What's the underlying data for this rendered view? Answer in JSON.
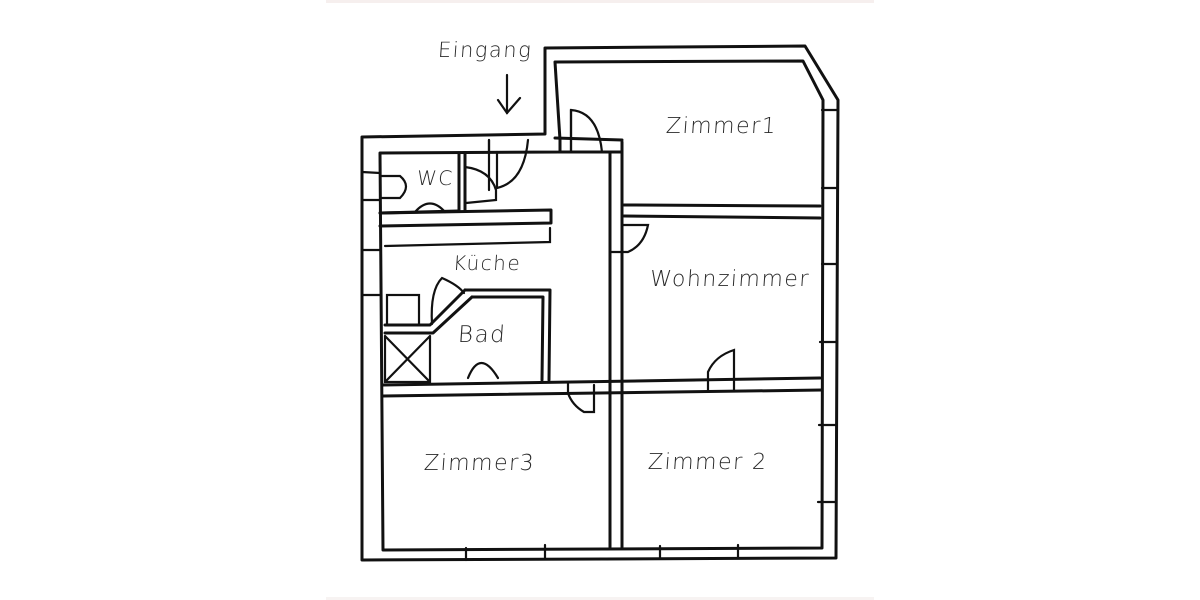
{
  "diagram": {
    "type": "floor-plan",
    "style": "hand-drawn",
    "stroke_color": "#111111",
    "background": "#ffffff",
    "entrance": {
      "label": "Eingang",
      "arrow": "down-arrow"
    },
    "rooms": [
      {
        "id": "zimmer1",
        "label": "Zimmer1"
      },
      {
        "id": "wc",
        "label": "WC"
      },
      {
        "id": "kueche",
        "label": "Küche"
      },
      {
        "id": "bad",
        "label": "Bad"
      },
      {
        "id": "wohnzimmer",
        "label": "Wohnzimmer"
      },
      {
        "id": "zimmer3",
        "label": "Zimmer3"
      },
      {
        "id": "zimmer2",
        "label": "Zimmer 2"
      }
    ]
  }
}
